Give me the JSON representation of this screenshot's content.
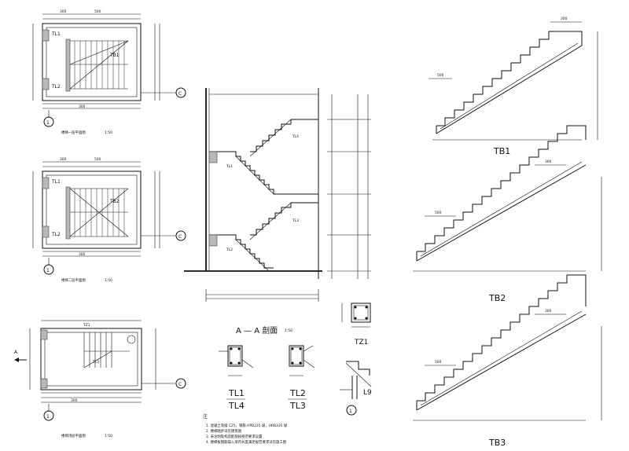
{
  "labels": {
    "axis_c": "C",
    "axis_1": "1",
    "dim_300": "300",
    "dim_500": "500",
    "plan_scale": "1:50",
    "section_title": "A — A  剖面",
    "section_scale": "1:50",
    "marker_a": "A",
    "tl1": "TL1",
    "tl2": "TL2",
    "tl4": "TL4",
    "tl3": "TL3",
    "tz1": "TZ1",
    "tb1": "TB1",
    "tb2": "TB2",
    "tb3": "TB3",
    "ld": "L9",
    "notes_head": "注",
    "plan1_title": "楼梯一层平面图",
    "plan2_title": "楼梯二层平面图",
    "plan3_title": "楼梯顶层平面图"
  },
  "notes": [
    "1. 混凝土等级 C25，钢筋 HPB235 级，HRB335 级",
    "2. 楼梯踏步详见建筑图",
    "3. 未注明处构造配筋按规范要求设置",
    "4. 楼梯板钢筋锚入梁内长度满足规范要求详见施工图"
  ],
  "icons": {
    "arrow": "arrow-icon",
    "axis_bubble": "axis-bubble-icon",
    "break_mark": "break-line-icon"
  },
  "colors": {
    "line": "#111111",
    "paper": "#ffffff",
    "column_fill": "#b8b8b8"
  }
}
